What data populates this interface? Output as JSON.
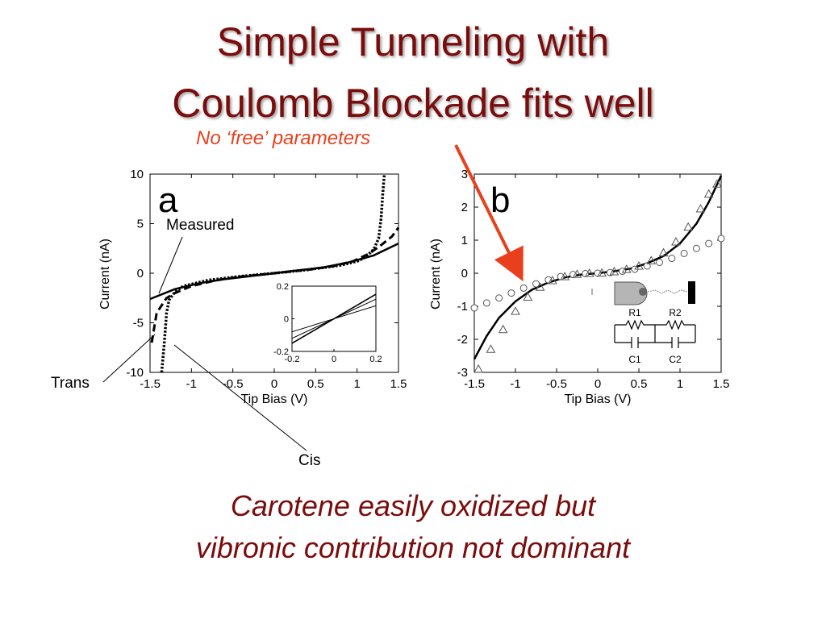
{
  "slide": {
    "title_line1": "Simple Tunneling with",
    "title_line2": "Coulomb Blockade fits well",
    "subtitle": "No ‘free’ parameters",
    "footer_line1": "Carotene easily oxidized but",
    "footer_line2": "vibronic contribution not dominant",
    "colors": {
      "title": "#7a0c0c",
      "subtitle": "#e8401c",
      "arrow": "#e8401c"
    }
  },
  "chart_data": [
    {
      "type": "line",
      "panel_label": "a",
      "xlabel": "Tip Bias (V)",
      "ylabel": "Current (nA)",
      "xlim": [
        -1.5,
        1.5
      ],
      "ylim": [
        -10,
        10
      ],
      "xticks": [
        "-1.5",
        "-1",
        "-0.5",
        "0",
        "0.5",
        "1",
        "1.5"
      ],
      "yticks": [
        "10",
        "5",
        "0",
        "-5",
        "-10"
      ],
      "series": [
        {
          "style": "solid",
          "x": [
            -1.5,
            -1.2,
            -0.9,
            -0.6,
            -0.3,
            0,
            0.3,
            0.6,
            0.9,
            1.2,
            1.5
          ],
          "y": [
            -2.6,
            -1.6,
            -1.0,
            -0.6,
            -0.3,
            0,
            0.3,
            0.6,
            1.1,
            1.8,
            3.0
          ]
        },
        {
          "style": "dashed",
          "x": [
            -1.48,
            -1.42,
            -1.3,
            -1.2,
            -1.0,
            -0.7,
            -0.4,
            0,
            0.4,
            0.7,
            0.95,
            1.15,
            1.3,
            1.42,
            1.5
          ],
          "y": [
            -7.0,
            -4.0,
            -2.5,
            -2.0,
            -1.3,
            -0.7,
            -0.35,
            0,
            0.35,
            0.7,
            1.2,
            2.0,
            2.9,
            3.7,
            4.6
          ]
        },
        {
          "style": "dotted",
          "x": [
            -1.36,
            -1.33,
            -1.3,
            -1.27,
            -1.2,
            -1.1,
            -0.8,
            -0.4,
            0,
            0.4,
            0.8,
            1.0,
            1.1,
            1.2,
            1.26,
            1.29,
            1.31,
            1.33
          ],
          "y": [
            -10,
            -7.2,
            -4.0,
            -2.7,
            -1.9,
            -1.3,
            -0.7,
            -0.3,
            0,
            0.35,
            0.8,
            1.2,
            1.6,
            2.4,
            3.5,
            5.5,
            8.0,
            10
          ]
        }
      ],
      "annotations": [
        "Measured",
        "Trans",
        "Cis"
      ],
      "inset": {
        "xlim": [
          -0.2,
          0.2
        ],
        "ylim": [
          -0.2,
          0.2
        ],
        "xticks": [
          "-0.2",
          "0",
          "0.2"
        ],
        "yticks": [
          "0.2",
          "0",
          "-0.2"
        ],
        "series": [
          {
            "x": [
              -0.2,
              0.2
            ],
            "y": [
              -0.15,
              0.15
            ]
          },
          {
            "x": [
              -0.2,
              0.2
            ],
            "y": [
              -0.08,
              0.08
            ]
          },
          {
            "x": [
              -0.2,
              0.2
            ],
            "y": [
              -0.12,
              0.12
            ]
          }
        ]
      }
    },
    {
      "type": "line",
      "panel_label": "b",
      "xlabel": "Tip Bias (V)",
      "ylabel": "Current (nA)",
      "xlim": [
        -1.5,
        1.5
      ],
      "ylim": [
        -3,
        3
      ],
      "xticks": [
        "-1.5",
        "-1",
        "-0.5",
        "0",
        "0.5",
        "1",
        "1.5"
      ],
      "yticks": [
        "3",
        "2",
        "1",
        "0",
        "-1",
        "-2",
        "-3"
      ],
      "series": [
        {
          "style": "solid",
          "x": [
            -1.5,
            -1.35,
            -1.2,
            -1.0,
            -0.8,
            -0.6,
            -0.4,
            -0.2,
            0,
            0.2,
            0.4,
            0.6,
            0.8,
            1.0,
            1.2,
            1.35,
            1.5
          ],
          "y": [
            -2.6,
            -1.9,
            -1.35,
            -0.85,
            -0.5,
            -0.28,
            -0.13,
            -0.04,
            0,
            0.06,
            0.14,
            0.3,
            0.52,
            0.9,
            1.5,
            2.15,
            2.95
          ]
        },
        {
          "style": "circles",
          "x": [
            -1.5,
            -1.35,
            -1.2,
            -1.05,
            -0.9,
            -0.75,
            -0.6,
            -0.45,
            -0.3,
            -0.15,
            0,
            0.15,
            0.3,
            0.45,
            0.6,
            0.75,
            0.9,
            1.05,
            1.2,
            1.35,
            1.5
          ],
          "y": [
            -1.05,
            -0.9,
            -0.75,
            -0.6,
            -0.45,
            -0.32,
            -0.2,
            -0.1,
            -0.04,
            -0.01,
            0,
            0.02,
            0.06,
            0.12,
            0.22,
            0.33,
            0.45,
            0.6,
            0.75,
            0.9,
            1.05
          ]
        },
        {
          "style": "triangles",
          "x": [
            -1.45,
            -1.3,
            -1.15,
            -1.0,
            -0.85,
            -0.7,
            -0.55,
            -0.4,
            -0.25,
            -0.1,
            0.05,
            0.2,
            0.35,
            0.5,
            0.65,
            0.8,
            0.95,
            1.1,
            1.25,
            1.35,
            1.45
          ],
          "y": [
            -2.9,
            -2.3,
            -1.7,
            -1.15,
            -0.72,
            -0.42,
            -0.22,
            -0.1,
            -0.03,
            0,
            0.01,
            0.05,
            0.12,
            0.22,
            0.38,
            0.62,
            0.95,
            1.4,
            1.95,
            2.4,
            2.7
          ]
        }
      ],
      "circuit": {
        "labels": [
          "R1",
          "R2",
          "C1",
          "C2"
        ]
      }
    }
  ]
}
